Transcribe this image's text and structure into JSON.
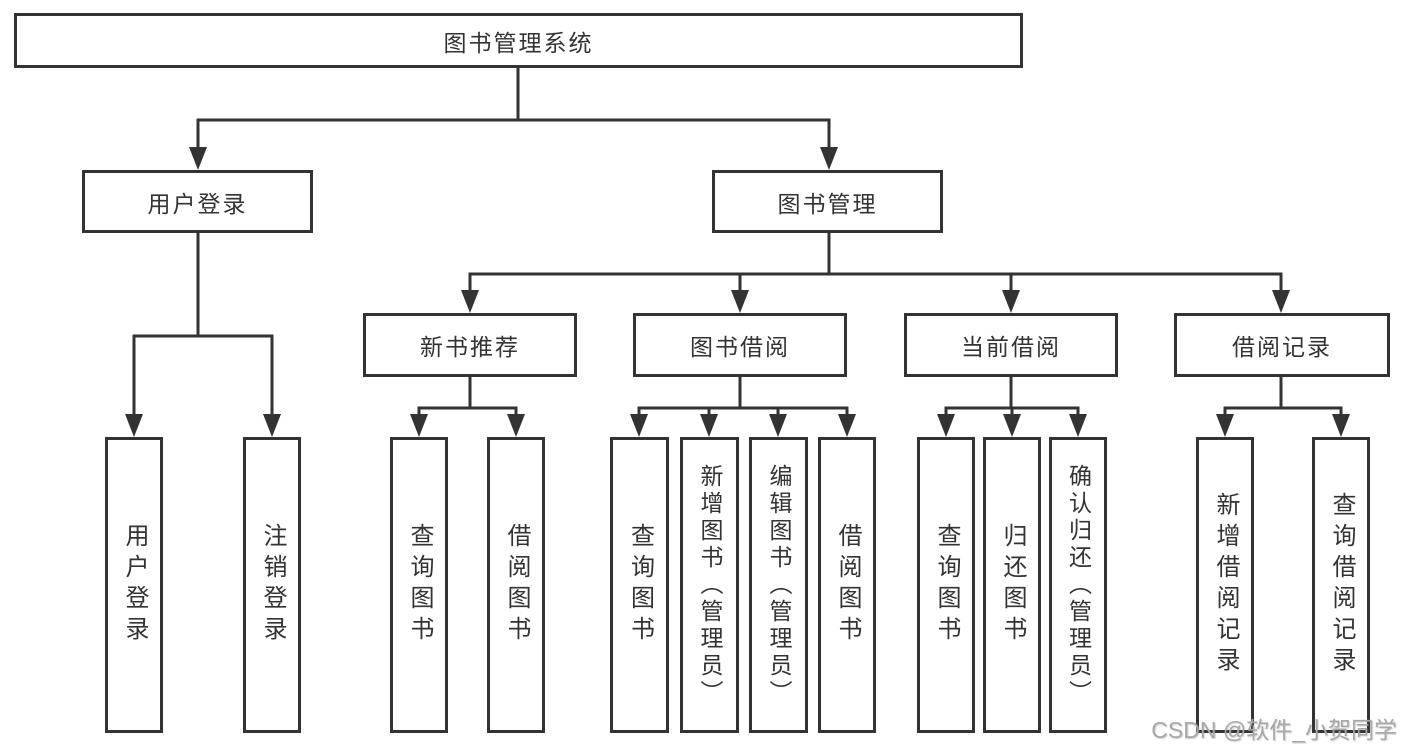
{
  "watermark": "CSDN @软件_小贺同学",
  "colors": {
    "line": "#333333",
    "text": "#333333",
    "box_background": "#ffffff",
    "watermark": "#a8a8a8"
  },
  "tree": {
    "root": {
      "label": "图书管理系统"
    },
    "level2": [
      {
        "label": "用户登录",
        "children": [
          {
            "label": "用户登录"
          },
          {
            "label": "注销登录"
          }
        ]
      },
      {
        "label": "图书管理",
        "children": [
          {
            "label": "新书推荐",
            "children": [
              {
                "label": "查询图书"
              },
              {
                "label": "借阅图书"
              }
            ]
          },
          {
            "label": "图书借阅",
            "children": [
              {
                "label": "查询图书"
              },
              {
                "label": "新增图书（管理员）"
              },
              {
                "label": "编辑图书（管理员）"
              },
              {
                "label": "借阅图书"
              }
            ]
          },
          {
            "label": "当前借阅",
            "children": [
              {
                "label": "查询图书"
              },
              {
                "label": "归还图书"
              },
              {
                "label": "确认归还（管理员）"
              }
            ]
          },
          {
            "label": "借阅记录",
            "children": [
              {
                "label": "新增借阅记录"
              },
              {
                "label": "查询借阅记录"
              }
            ]
          }
        ]
      }
    ]
  }
}
